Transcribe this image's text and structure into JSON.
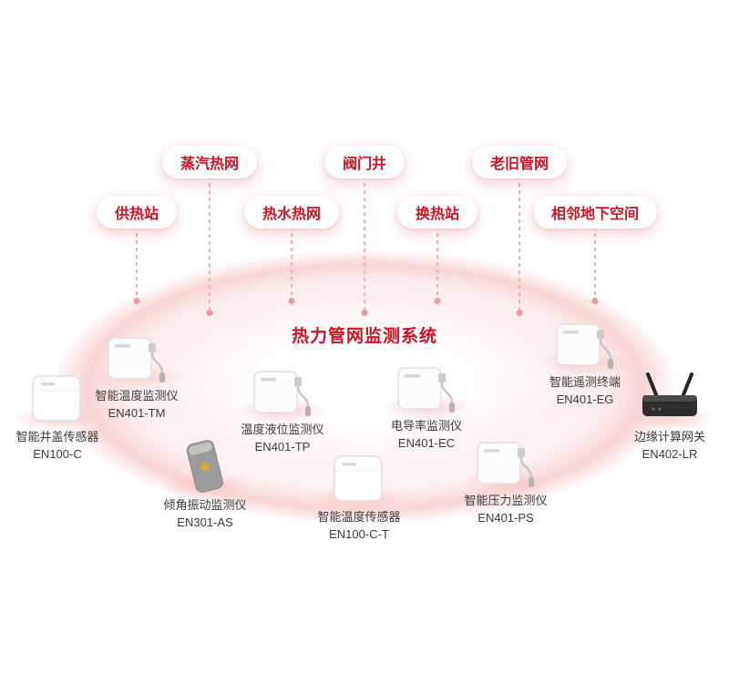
{
  "system": {
    "title": "热力管网监测系统"
  },
  "scenes": [
    {
      "label": "蒸汽热网"
    },
    {
      "label": "阀门井"
    },
    {
      "label": "老旧管网"
    },
    {
      "label": "供热站"
    },
    {
      "label": "热水热网"
    },
    {
      "label": "换热站"
    },
    {
      "label": "相邻地下空间"
    }
  ],
  "devices": [
    {
      "name": "智能井盖传感器",
      "model": "EN100-C"
    },
    {
      "name": "智能温度监测仪",
      "model": "EN401-TM"
    },
    {
      "name": "倾角振动监测仪",
      "model": "EN301-AS"
    },
    {
      "name": "温度液位监测仪",
      "model": "EN401-TP"
    },
    {
      "name": "智能温度传感器",
      "model": "EN100-C-T"
    },
    {
      "name": "电导率监测仪",
      "model": "EN401-EC"
    },
    {
      "name": "智能压力监测仪",
      "model": "EN401-PS"
    },
    {
      "name": "智能遥测终端",
      "model": "EN401-EG"
    },
    {
      "name": "边缘计算网关",
      "model": "EN402-LR"
    }
  ],
  "colors": {
    "accent": "#cf1322",
    "connector": "#efb3b6",
    "device_text": "#3a3a3a"
  }
}
